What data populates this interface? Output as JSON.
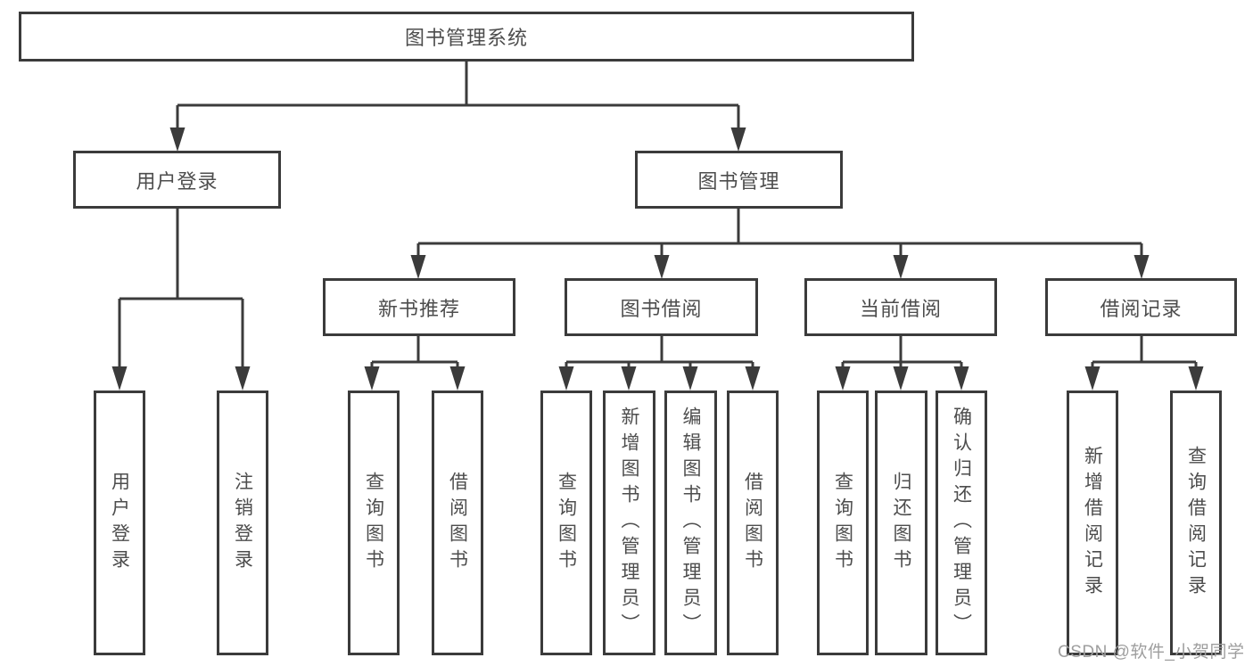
{
  "diagram": {
    "root": {
      "label": "图书管理系统"
    },
    "level1": [
      {
        "label": "用户登录"
      },
      {
        "label": "图书管理"
      }
    ],
    "level2": [
      {
        "label": "新书推荐"
      },
      {
        "label": "图书借阅"
      },
      {
        "label": "当前借阅"
      },
      {
        "label": "借阅记录"
      }
    ],
    "leaves": [
      {
        "label": "用户登录"
      },
      {
        "label": "注销登录"
      },
      {
        "label": "查询图书"
      },
      {
        "label": "借阅图书"
      },
      {
        "label": "查询图书"
      },
      {
        "label": "新增图书（管理员）"
      },
      {
        "label": "编辑图书（管理员）"
      },
      {
        "label": "借阅图书"
      },
      {
        "label": "查询图书"
      },
      {
        "label": "归还图书"
      },
      {
        "label": "确认归还（管理员）"
      },
      {
        "label": "新增借阅记录"
      },
      {
        "label": "查询借阅记录"
      }
    ]
  },
  "watermark": {
    "text": "CSDN @软件_小贺同学"
  },
  "colors": {
    "line": "#3b3b3b",
    "text": "#4d4d4d",
    "watermark": "#9e9e9e",
    "background": "#ffffff"
  }
}
